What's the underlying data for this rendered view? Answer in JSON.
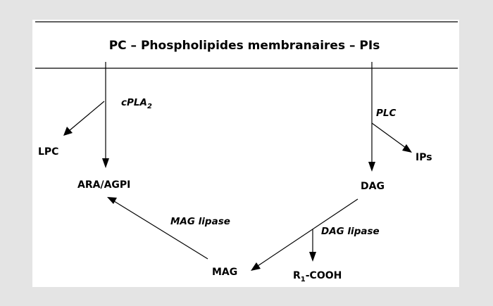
{
  "header": {
    "title": "PC – Phospholipides membranaires – PIs"
  },
  "nodes": {
    "lpc": "LPC",
    "ara": "ARA/AGPI",
    "dag": "DAG",
    "ips": "IPs",
    "mag": "MAG",
    "r1cooh_prefix": "R",
    "r1cooh_sub": "1",
    "r1cooh_suffix": "-COOH"
  },
  "enzymes": {
    "cpla2_main": "cPLA",
    "cpla2_sub": "2",
    "plc": "PLC",
    "mag_lipase": "MAG lipase",
    "dag_lipase": "DAG lipase"
  },
  "colors": {
    "background": "#e4e4e4",
    "panel": "#ffffff",
    "ink": "#000000"
  }
}
